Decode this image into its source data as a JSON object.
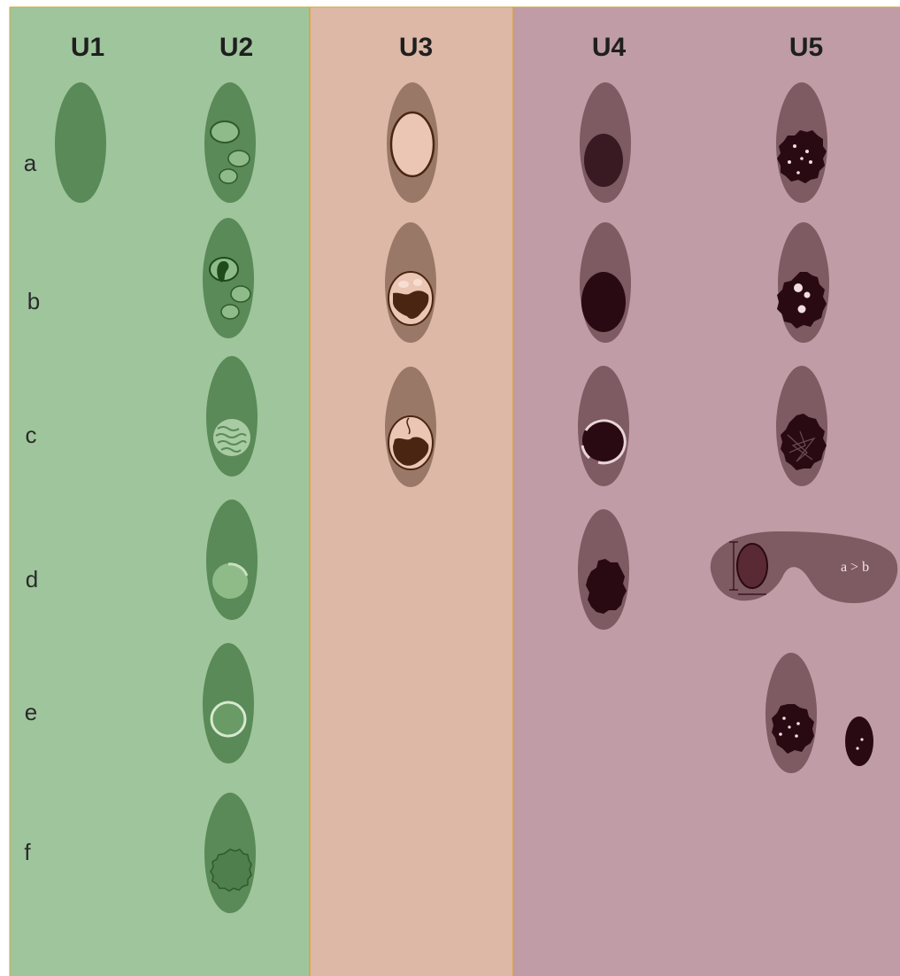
{
  "columns": [
    {
      "id": "U1",
      "label": "U1"
    },
    {
      "id": "U2",
      "label": "U2"
    },
    {
      "id": "U3",
      "label": "U3"
    },
    {
      "id": "U4",
      "label": "U4"
    },
    {
      "id": "U5",
      "label": "U5"
    }
  ],
  "rows": [
    "a",
    "b",
    "c",
    "d",
    "e",
    "f"
  ],
  "inset_label": "a > b",
  "colors": {
    "green_bg": "#9fc59c",
    "green_node": "#5a8a57",
    "green_dark": "#2f5a2c",
    "peach_bg": "#ddb8a6",
    "peach_node": "#9a7868",
    "peach_fill": "#ebc6b4",
    "brown_dark": "#4a2612",
    "mauve_bg": "#bf9ca6",
    "mauve_node": "#7e5a62",
    "lesion_dark": "#2a0a12",
    "lesion_mid": "#5a2a34",
    "border": "#d9a23a"
  }
}
